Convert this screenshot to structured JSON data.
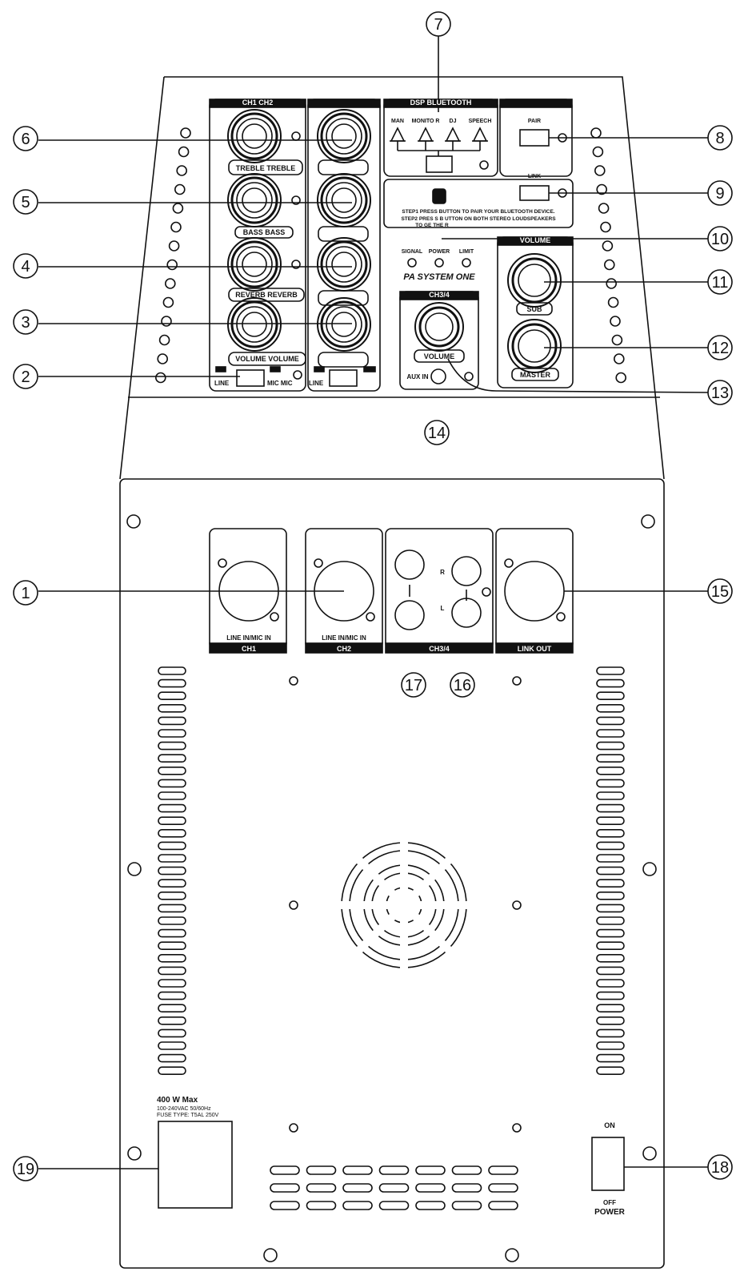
{
  "mixer": {
    "header_left": "CH1 CH2",
    "header_dsp": "DSP BLUETOOTH",
    "knob_labels": [
      "TREBLE TREBLE",
      "BASS BASS",
      "REVERB REVERB",
      "VOLUME VOLUME"
    ],
    "line_left": "LINE",
    "mic_mic": "MIC MIC",
    "line_right": "LINE",
    "dsp_modes": [
      "MAN",
      "MONITO R",
      "DJ",
      "SPEECH"
    ],
    "pair_label": "PAIR",
    "link_label": "LINK",
    "bt_step1": "STEP1 PRESS BUTTON TO PAIR YOUR BLUETOOTH DEVICE.",
    "bt_step2": "STEP2 PRES S B UTTON ON BOTH STEREO LOUDSPEAKERS",
    "bt_step2b": "TO GE THE R",
    "leds": [
      "SIGNAL",
      "POWER",
      "LIMIT"
    ],
    "brand": "PA SYSTEM ONE",
    "volume_header": "VOLUME",
    "sub_label": "SUB",
    "master_label": "MASTER",
    "ch34_header": "CH3/4",
    "ch34_volume": "VOLUME",
    "aux_in": "AUX IN"
  },
  "rear": {
    "ch1_label": "LINE IN/MIC IN",
    "ch1_tab": "CH1",
    "ch2_label": "LINE IN/MIC IN",
    "ch2_tab": "CH2",
    "rca_r": "R",
    "rca_l": "L",
    "ch34_tab": "CH3/4",
    "link_out_tab": "LINK OUT",
    "power_rating": "400 W Max",
    "power_line2": "100-240VAC 50/60Hz",
    "power_line3": "FUSE TYPE: T5AL 250V",
    "switch_on": "ON",
    "switch_off": "OFF",
    "switch_power": "POWER"
  },
  "callouts": [
    "1",
    "2",
    "3",
    "4",
    "5",
    "6",
    "7",
    "8",
    "9",
    "10",
    "11",
    "12",
    "13",
    "14",
    "15",
    "16",
    "17",
    "18",
    "19"
  ]
}
